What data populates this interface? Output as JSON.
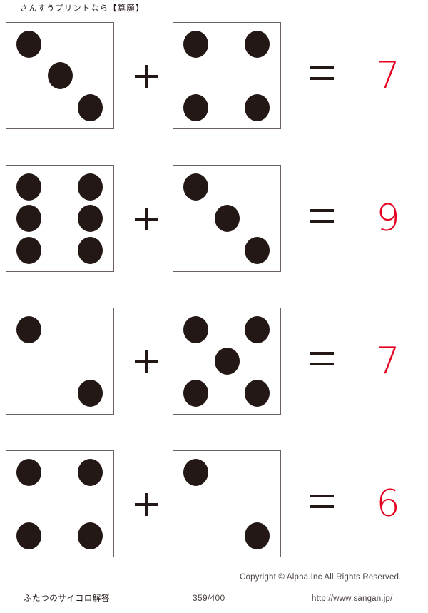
{
  "header": {
    "title": "さんすうプリントなら【算願】"
  },
  "colors": {
    "pip": "#231815",
    "die_border": "#6b6160",
    "answer_red": "#e60020",
    "operator": "#231815",
    "page_background": "#ffffff"
  },
  "operators": {
    "plus": "+",
    "equals": "="
  },
  "problems": [
    {
      "left_die": {
        "value": 3,
        "pips": [
          "top-left",
          "middle-center",
          "bottom-right"
        ]
      },
      "plus": "+",
      "right_die": {
        "value": 4,
        "pips": [
          "top-left",
          "top-right",
          "bottom-left",
          "bottom-right"
        ]
      },
      "equals": "=",
      "answer": "7"
    },
    {
      "left_die": {
        "value": 6,
        "pips": [
          "top-left",
          "top-right",
          "middle-left",
          "middle-right",
          "bottom-left",
          "bottom-right"
        ]
      },
      "plus": "+",
      "right_die": {
        "value": 3,
        "pips": [
          "top-left",
          "middle-center",
          "bottom-right"
        ]
      },
      "equals": "=",
      "answer": "9"
    },
    {
      "left_die": {
        "value": 2,
        "pips": [
          "top-left",
          "bottom-right"
        ]
      },
      "plus": "+",
      "right_die": {
        "value": 5,
        "pips": [
          "top-left",
          "top-right",
          "middle-center",
          "bottom-left",
          "bottom-right"
        ]
      },
      "equals": "=",
      "answer": "7"
    },
    {
      "left_die": {
        "value": 4,
        "pips": [
          "top-left",
          "top-right",
          "bottom-left",
          "bottom-right"
        ]
      },
      "plus": "+",
      "right_die": {
        "value": 2,
        "pips": [
          "top-left",
          "bottom-right"
        ]
      },
      "equals": "=",
      "answer": "6"
    }
  ],
  "footer": {
    "worksheet_title": "ふたつのサイコロ解答",
    "page_number": "359/400",
    "copyright": "Copyright ©  Alpha.Inc All Rights Reserved.",
    "url": "http://www.sangan.jp/"
  }
}
